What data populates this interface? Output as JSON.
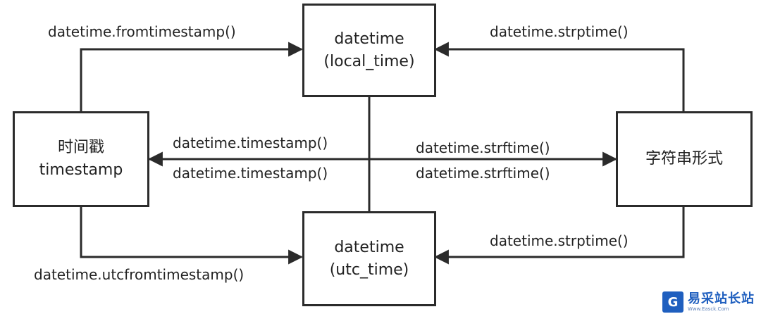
{
  "nodes": {
    "local_time": {
      "line1": "datetime",
      "line2": "(local_time)"
    },
    "utc_time": {
      "line1": "datetime",
      "line2": "(utc_time)"
    },
    "timestamp": {
      "line1": "时间戳",
      "line2": "timestamp"
    },
    "string_form": {
      "line1": "字符串形式"
    }
  },
  "edges": {
    "fromtimestamp": "datetime.fromtimestamp()",
    "strptime_to_local": "datetime.strptime()",
    "timestamp_from_local": "datetime.timestamp()",
    "timestamp_from_utc": "datetime.timestamp()",
    "strftime_from_local": "datetime.strftime()",
    "strftime_from_utc": "datetime.strftime()",
    "utcfromtimestamp": "datetime.utcfromtimestamp()",
    "strptime_to_utc": "datetime.strptime()"
  },
  "watermark": {
    "mark": "G",
    "main": "易采站长站",
    "sub": "Www.Easck.Com"
  },
  "colors": {
    "line": "#2b2b2b",
    "text": "#222222",
    "brand": "#1f5fbf"
  }
}
